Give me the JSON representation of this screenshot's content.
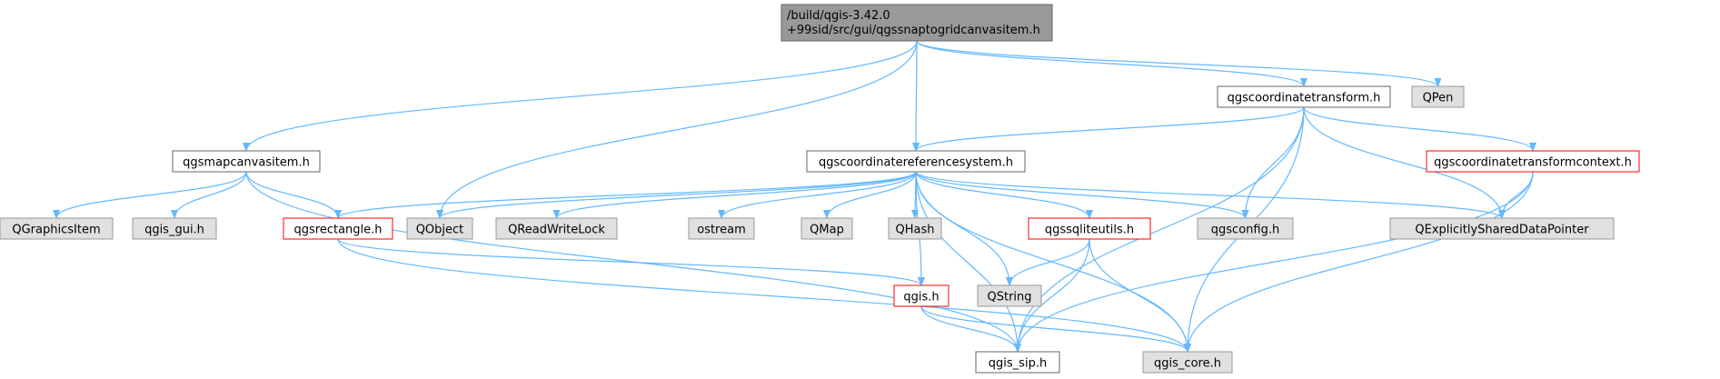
{
  "colors": {
    "edge": "#63b8ff",
    "root_fill": "#999999",
    "root_stroke": "#666666",
    "plain_fill": "#ffffff",
    "plain_stroke": "#666666",
    "missing_fill": "#e0e0e0",
    "missing_stroke": "#999999",
    "red_stroke": "#ff0000"
  },
  "nodes": [
    {
      "id": "root",
      "lines": [
        "/build/qgis-3.42.0",
        "+99sid/src/gui/qgssnaptogridcanvasitem.h"
      ],
      "kind": "root"
    },
    {
      "id": "qgsmapcanvasitem",
      "lines": [
        "qgsmapcanvasitem.h"
      ],
      "kind": "plain"
    },
    {
      "id": "qgscoordinatereferencesystem",
      "lines": [
        "qgscoordinatereferencesystem.h"
      ],
      "kind": "plain"
    },
    {
      "id": "qgscoordinatetransform",
      "lines": [
        "qgscoordinatetransform.h"
      ],
      "kind": "plain"
    },
    {
      "id": "qpen",
      "lines": [
        "QPen"
      ],
      "kind": "missing"
    },
    {
      "id": "qgscoordinatetransformcontext",
      "lines": [
        "qgscoordinatetransformcontext.h"
      ],
      "kind": "red"
    },
    {
      "id": "qgraphicsitem",
      "lines": [
        "QGraphicsItem"
      ],
      "kind": "missing"
    },
    {
      "id": "qgis_gui",
      "lines": [
        "qgis_gui.h"
      ],
      "kind": "missing"
    },
    {
      "id": "qgsrectangle",
      "lines": [
        "qgsrectangle.h"
      ],
      "kind": "red"
    },
    {
      "id": "qobject",
      "lines": [
        "QObject"
      ],
      "kind": "missing"
    },
    {
      "id": "qreadwritelock",
      "lines": [
        "QReadWriteLock"
      ],
      "kind": "missing"
    },
    {
      "id": "ostream",
      "lines": [
        "ostream"
      ],
      "kind": "missing"
    },
    {
      "id": "qmap",
      "lines": [
        "QMap"
      ],
      "kind": "missing"
    },
    {
      "id": "qhash",
      "lines": [
        "QHash"
      ],
      "kind": "missing"
    },
    {
      "id": "qgssqliteutils",
      "lines": [
        "qgssqliteutils.h"
      ],
      "kind": "red"
    },
    {
      "id": "qgsconfig",
      "lines": [
        "qgsconfig.h"
      ],
      "kind": "missing"
    },
    {
      "id": "qexplicitlyshareddatapointer",
      "lines": [
        "QExplicitlySharedDataPointer"
      ],
      "kind": "missing"
    },
    {
      "id": "qgis",
      "lines": [
        "qgis.h"
      ],
      "kind": "red"
    },
    {
      "id": "qstring",
      "lines": [
        "QString"
      ],
      "kind": "missing"
    },
    {
      "id": "qgis_sip",
      "lines": [
        "qgis_sip.h"
      ],
      "kind": "plain"
    },
    {
      "id": "qgis_core",
      "lines": [
        "qgis_core.h"
      ],
      "kind": "missing"
    }
  ],
  "edges": [
    [
      "root",
      "qgsmapcanvasitem"
    ],
    [
      "root",
      "qobject"
    ],
    [
      "root",
      "qgscoordinatereferencesystem"
    ],
    [
      "root",
      "qgscoordinatetransform"
    ],
    [
      "root",
      "qpen"
    ],
    [
      "qgsmapcanvasitem",
      "qgraphicsitem"
    ],
    [
      "qgsmapcanvasitem",
      "qgis_gui"
    ],
    [
      "qgsmapcanvasitem",
      "qgsrectangle"
    ],
    [
      "qgsmapcanvasitem",
      "qgis_sip"
    ],
    [
      "qgscoordinatereferencesystem",
      "qgsrectangle"
    ],
    [
      "qgscoordinatereferencesystem",
      "qobject"
    ],
    [
      "qgscoordinatereferencesystem",
      "qreadwritelock"
    ],
    [
      "qgscoordinatereferencesystem",
      "ostream"
    ],
    [
      "qgscoordinatereferencesystem",
      "qmap"
    ],
    [
      "qgscoordinatereferencesystem",
      "qhash"
    ],
    [
      "qgscoordinatereferencesystem",
      "qgssqliteutils"
    ],
    [
      "qgscoordinatereferencesystem",
      "qgsconfig"
    ],
    [
      "qgscoordinatereferencesystem",
      "qexplicitlyshareddatapointer"
    ],
    [
      "qgscoordinatereferencesystem",
      "qgis"
    ],
    [
      "qgscoordinatereferencesystem",
      "qstring"
    ],
    [
      "qgscoordinatereferencesystem",
      "qgis_core"
    ],
    [
      "qgscoordinatereferencesystem",
      "qgis_sip"
    ],
    [
      "qgscoordinatetransform",
      "qgscoordinatereferencesystem"
    ],
    [
      "qgscoordinatetransform",
      "qgscoordinatetransformcontext"
    ],
    [
      "qgscoordinatetransform",
      "qgsconfig"
    ],
    [
      "qgscoordinatetransform",
      "qexplicitlyshareddatapointer"
    ],
    [
      "qgscoordinatetransform",
      "qgis_sip"
    ],
    [
      "qgscoordinatetransform",
      "qgis_core"
    ],
    [
      "qgscoordinatetransformcontext",
      "qexplicitlyshareddatapointer"
    ],
    [
      "qgscoordinatetransformcontext",
      "qgis_sip"
    ],
    [
      "qgscoordinatetransformcontext",
      "qgis_core"
    ],
    [
      "qgsrectangle",
      "qgis"
    ],
    [
      "qgsrectangle",
      "qgis_core"
    ],
    [
      "qgssqliteutils",
      "qstring"
    ],
    [
      "qgssqliteutils",
      "qgis_sip"
    ],
    [
      "qgssqliteutils",
      "qgis_core"
    ],
    [
      "qgis",
      "qgis_sip"
    ],
    [
      "qgis",
      "qgis_core"
    ]
  ]
}
